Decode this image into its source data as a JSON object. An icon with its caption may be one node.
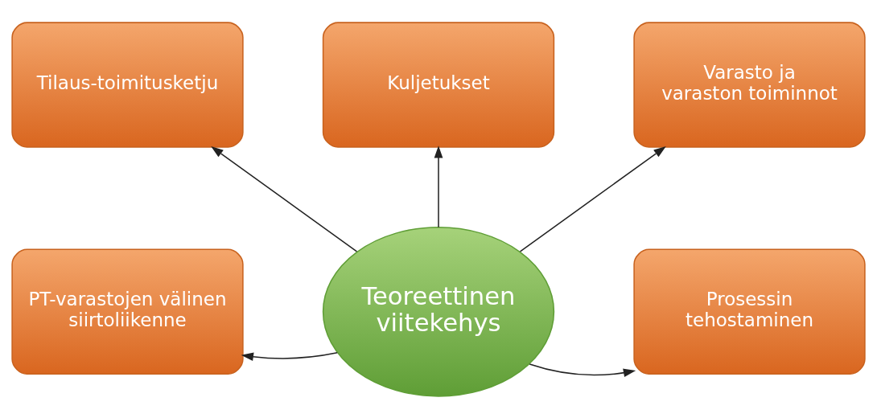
{
  "diagram": {
    "nodes": [
      {
        "text": [
          "Tilaus-toimitusketju"
        ]
      },
      {
        "text": [
          "Kuljetukset"
        ]
      },
      {
        "text": [
          "Varasto ja varaston toiminnot"
        ]
      },
      {
        "text": [
          "PT-varastojen välinen siirtoliikenne"
        ]
      },
      {
        "text": [
          "Teoreettinen viitekehys"
        ]
      },
      {
        "text": [
          "Prosessin tehostaminen"
        ]
      }
    ],
    "edges": [
      {
        "from": 4,
        "to": 0,
        "arrow": "to"
      },
      {
        "from": 4,
        "to": 1,
        "arrow": "to"
      },
      {
        "from": 4,
        "to": 2,
        "arrow": "to"
      },
      {
        "from": 4,
        "to": 3,
        "arrow": "to"
      },
      {
        "from": 4,
        "to": 5,
        "arrow": "to"
      }
    ]
  }
}
